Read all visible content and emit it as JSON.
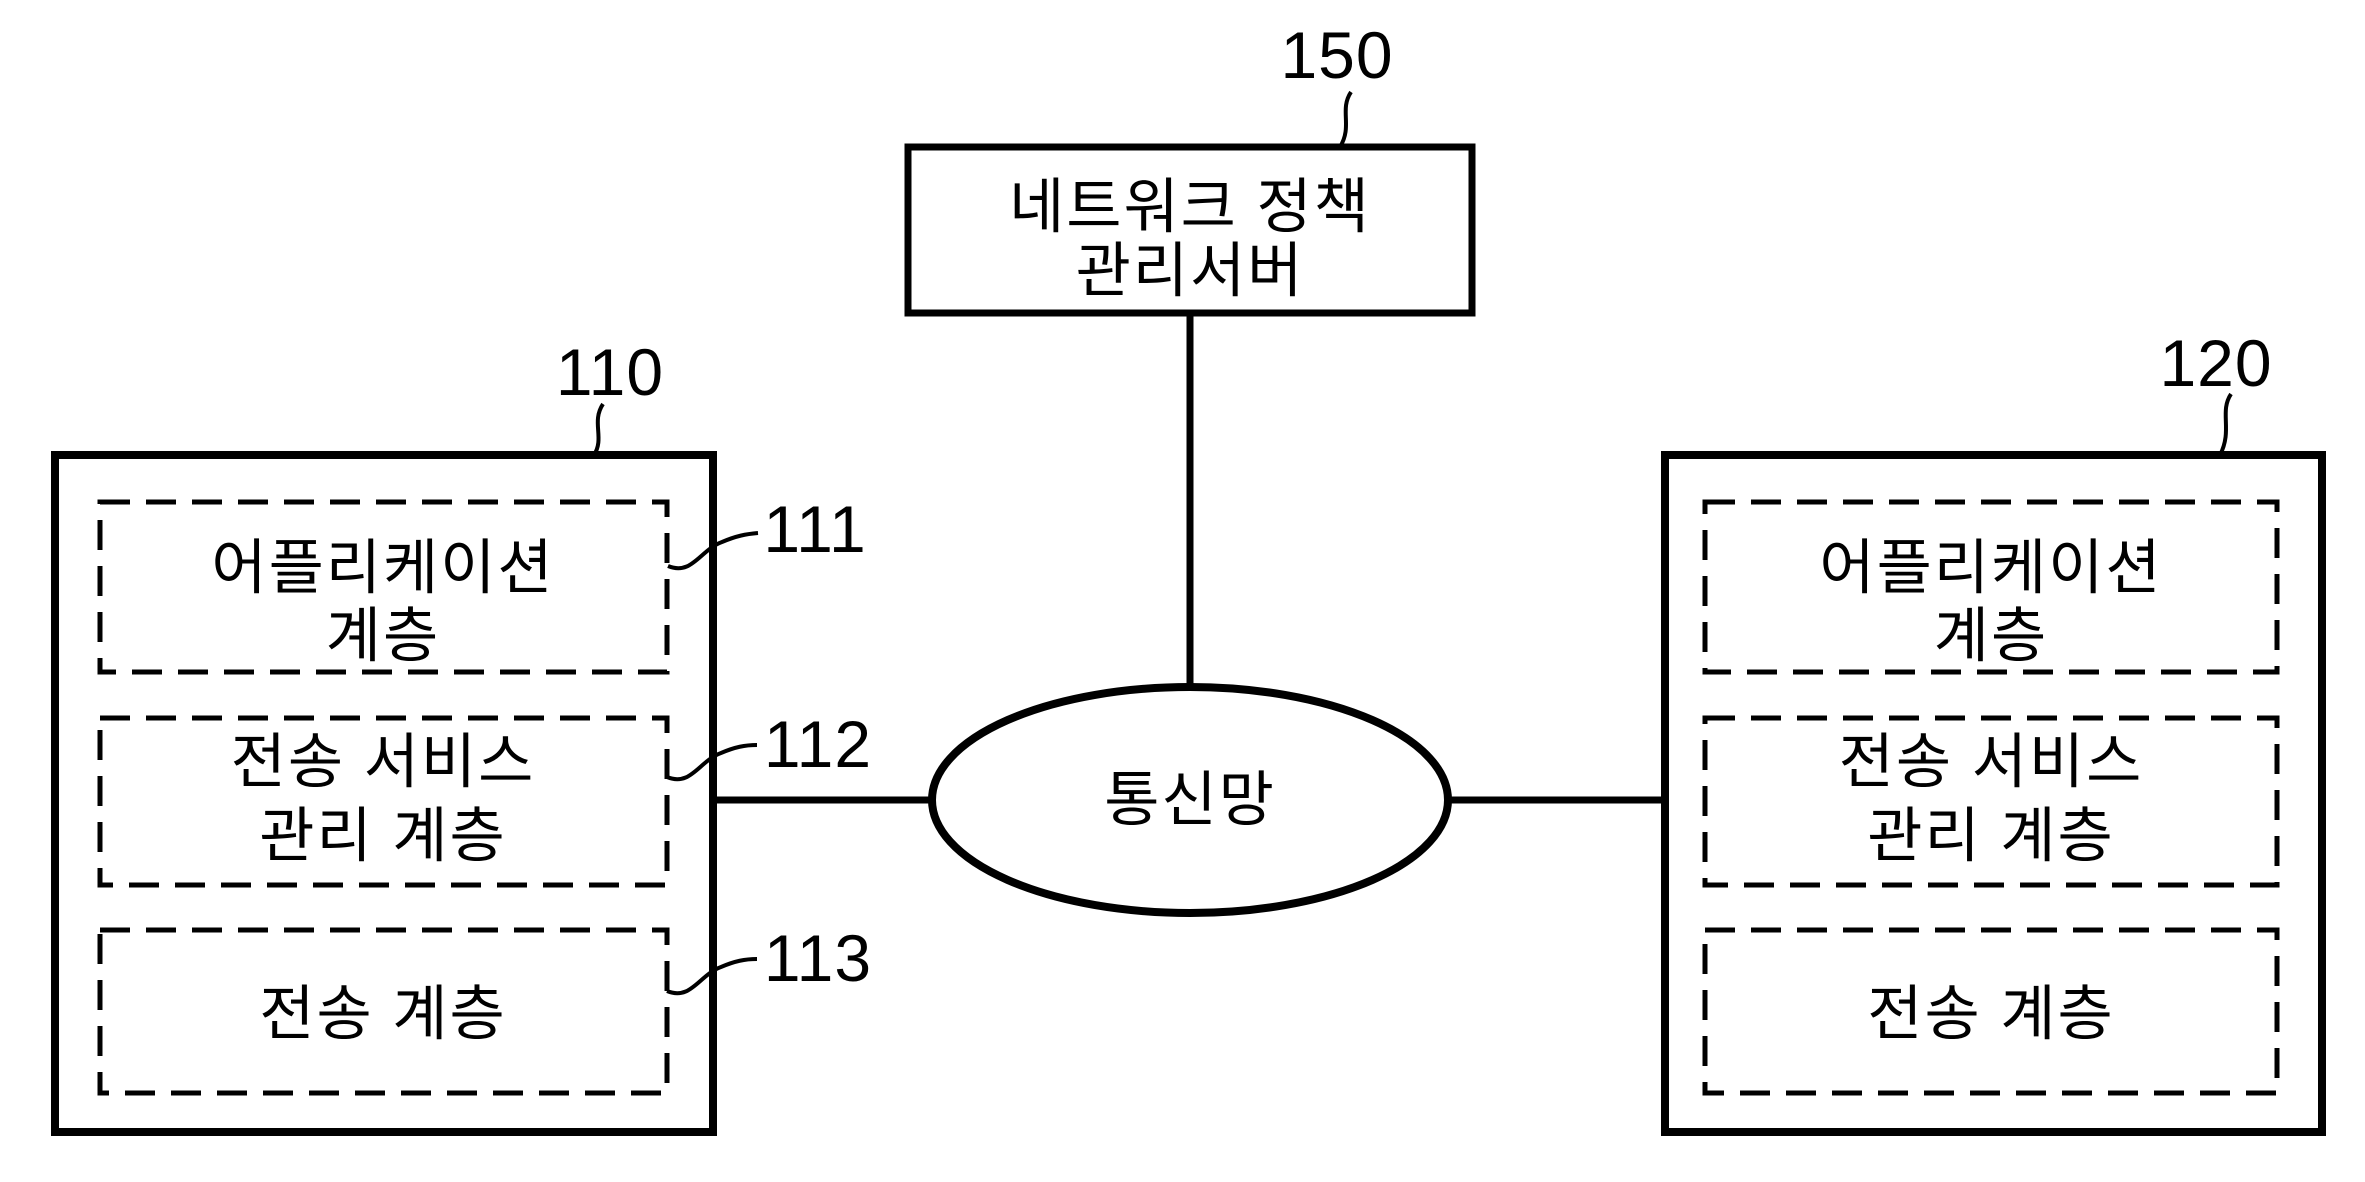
{
  "figure": {
    "background_color": "#ffffff",
    "line_color": "#000000",
    "type": "patent-network-diagram"
  },
  "nodes": {
    "policy_server": {
      "ref": "150",
      "label": "네트워크 정책 관리서버",
      "line1": "네트워크 정책",
      "line2": "관리서버"
    },
    "network": {
      "label": "통신망"
    },
    "device_left": {
      "ref": "110",
      "layers": [
        {
          "ref": "111",
          "label": "어플리케이션 계층",
          "line1": "어플리케이션",
          "line2": "계층"
        },
        {
          "ref": "112",
          "label": "전송 서비스 관리 계층",
          "line1": "전송 서비스",
          "line2": "관리 계층"
        },
        {
          "ref": "113",
          "label": "전송 계층",
          "line1": "전송 계층",
          "line2": ""
        }
      ]
    },
    "device_right": {
      "ref": "120",
      "layers": [
        {
          "label": "어플리케이션 계층",
          "line1": "어플리케이션",
          "line2": "계층"
        },
        {
          "label": "전송 서비스 관리 계층",
          "line1": "전송 서비스",
          "line2": "관리 계층"
        },
        {
          "label": "전송 계층",
          "line1": "전송 계층",
          "line2": ""
        }
      ]
    }
  }
}
